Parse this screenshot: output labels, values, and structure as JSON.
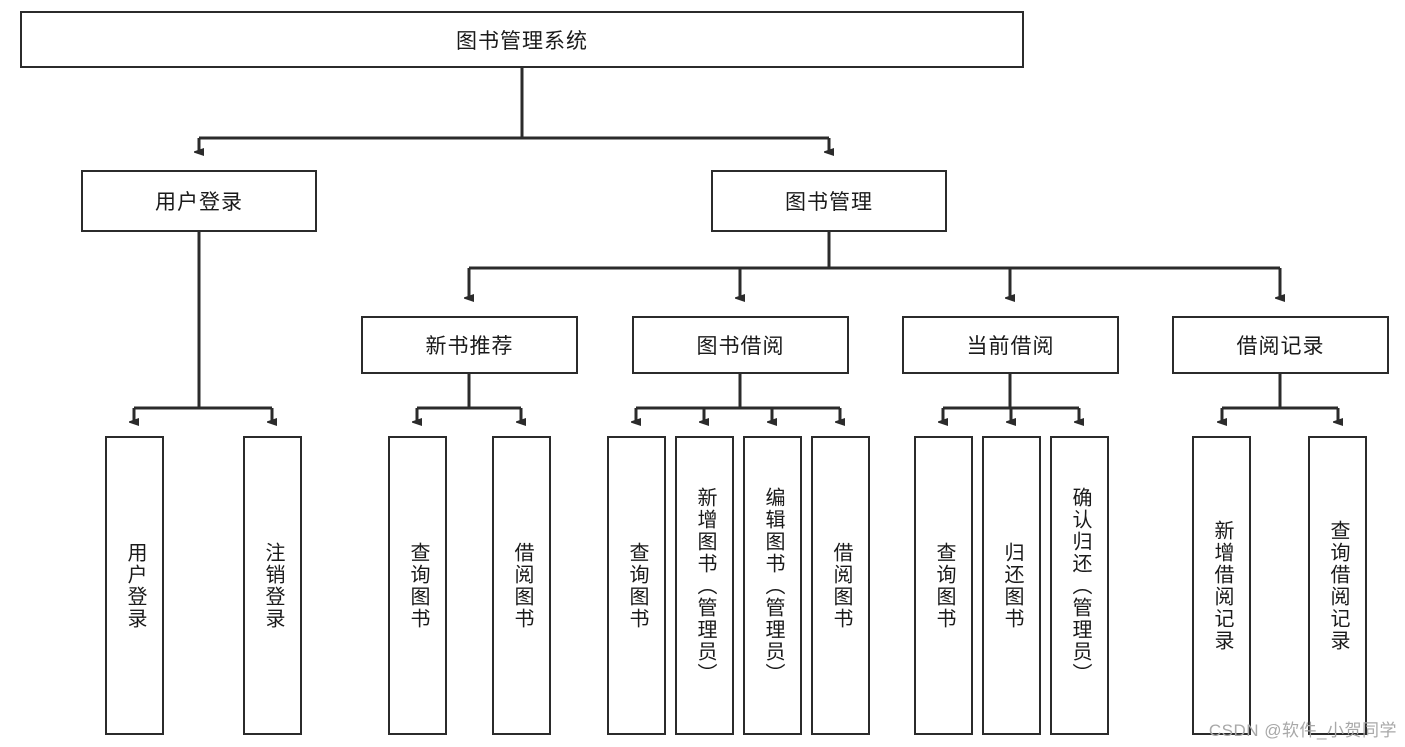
{
  "diagram": {
    "type": "tree-hierarchy-chart",
    "title": "图书管理系统",
    "watermark": "CSDN @软件_小贺同学",
    "colors": {
      "box_border": "#2b2b2b",
      "box_fill": "#ffffff",
      "connector": "#2b2b2b",
      "text": "#1a1a1a",
      "watermark": "#a8a8a8",
      "background": "#ffffff"
    },
    "nodes": {
      "root": {
        "label": "图书管理系统",
        "orientation": "horizontal"
      },
      "level2": [
        {
          "id": "user-login",
          "label": "用户登录",
          "orientation": "horizontal"
        },
        {
          "id": "book-manage",
          "label": "图书管理",
          "orientation": "horizontal"
        }
      ],
      "level3": [
        {
          "id": "new-book-rec",
          "label": "新书推荐",
          "orientation": "horizontal"
        },
        {
          "id": "book-borrow",
          "label": "图书借阅",
          "orientation": "horizontal"
        },
        {
          "id": "current-borrow",
          "label": "当前借阅",
          "orientation": "horizontal"
        },
        {
          "id": "borrow-record",
          "label": "借阅记录",
          "orientation": "horizontal"
        }
      ],
      "leaves": [
        {
          "id": "leaf-user-login",
          "label": "用户登录",
          "orientation": "vertical",
          "parent": "user-login"
        },
        {
          "id": "leaf-user-logout",
          "label": "注销登录",
          "orientation": "vertical",
          "parent": "user-login"
        },
        {
          "id": "leaf-query-book-1",
          "label": "查询图书",
          "orientation": "vertical",
          "parent": "new-book-rec"
        },
        {
          "id": "leaf-borrow-book-1",
          "label": "借阅图书",
          "orientation": "vertical",
          "parent": "new-book-rec"
        },
        {
          "id": "leaf-query-book-2",
          "label": "查询图书",
          "orientation": "vertical",
          "parent": "book-borrow"
        },
        {
          "id": "leaf-add-book",
          "label": "新增图书（管理员）",
          "orientation": "vertical",
          "parent": "book-borrow"
        },
        {
          "id": "leaf-edit-book",
          "label": "编辑图书（管理员）",
          "orientation": "vertical",
          "parent": "book-borrow"
        },
        {
          "id": "leaf-borrow-book-2",
          "label": "借阅图书",
          "orientation": "vertical",
          "parent": "book-borrow"
        },
        {
          "id": "leaf-query-book-3",
          "label": "查询图书",
          "orientation": "vertical",
          "parent": "current-borrow"
        },
        {
          "id": "leaf-return-book",
          "label": "归还图书",
          "orientation": "vertical",
          "parent": "current-borrow"
        },
        {
          "id": "leaf-confirm-return",
          "label": "确认归还（管理员）",
          "orientation": "vertical",
          "parent": "current-borrow"
        },
        {
          "id": "leaf-add-record",
          "label": "新增借阅记录",
          "orientation": "vertical",
          "parent": "borrow-record"
        },
        {
          "id": "leaf-query-record",
          "label": "查询借阅记录",
          "orientation": "vertical",
          "parent": "borrow-record"
        }
      ]
    }
  }
}
